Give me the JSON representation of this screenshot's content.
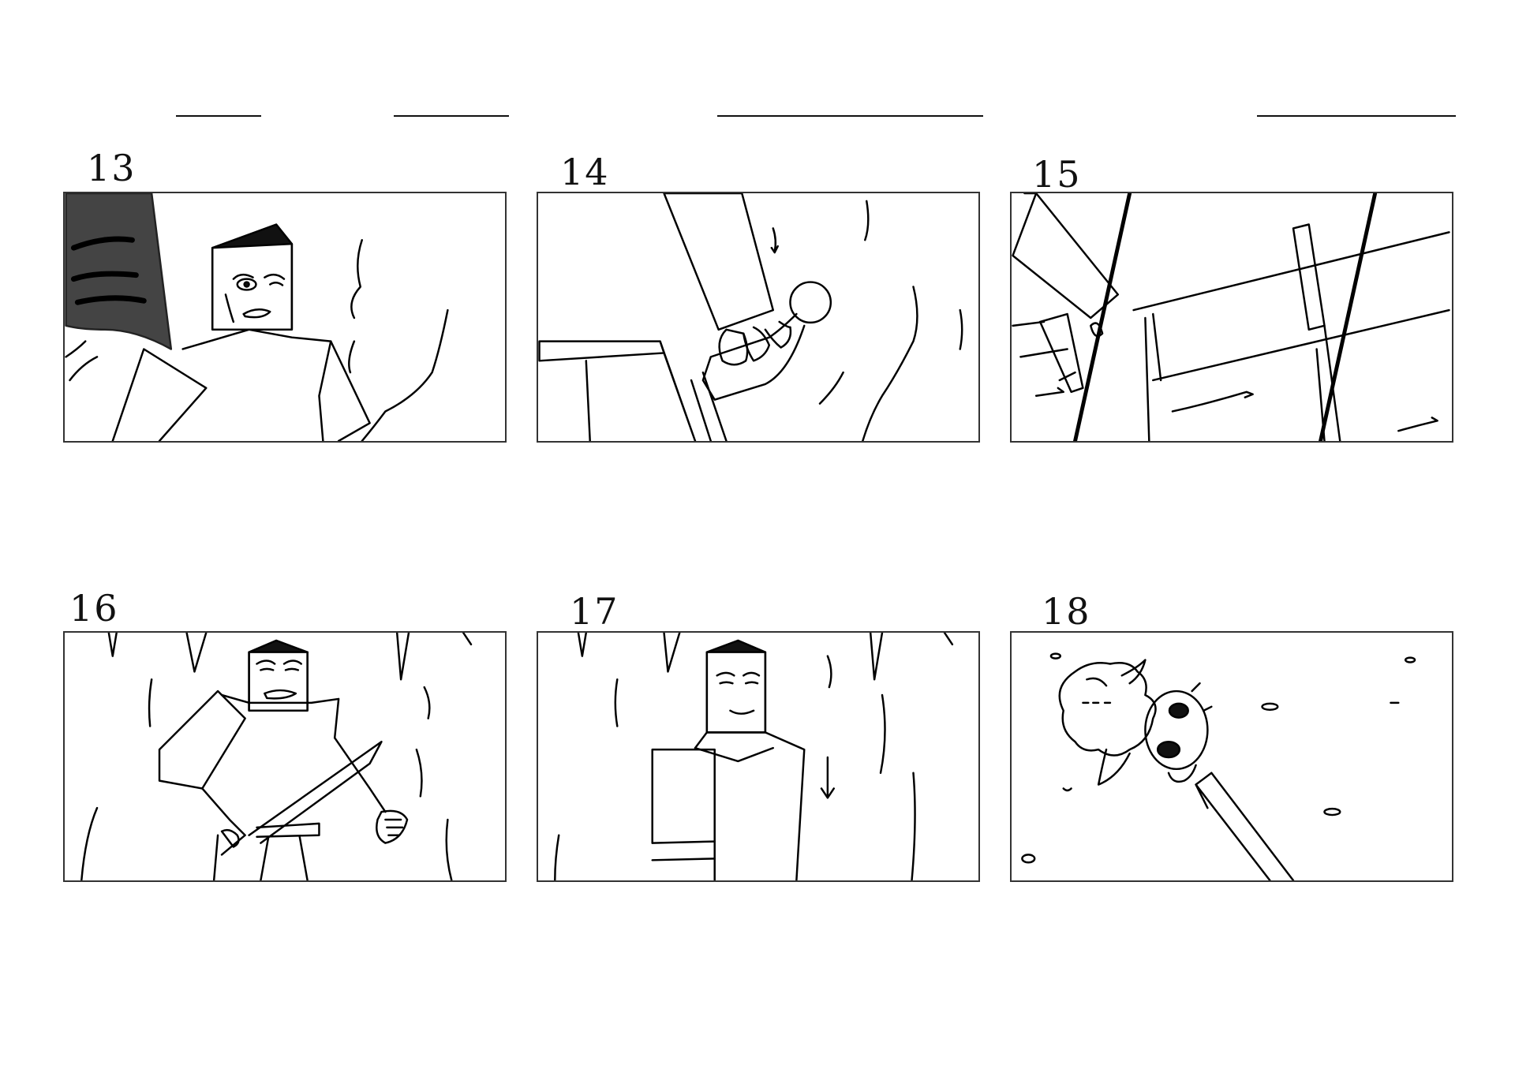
{
  "storyboard": {
    "panels": [
      {
        "number": "13"
      },
      {
        "number": "14"
      },
      {
        "number": "15"
      },
      {
        "number": "16"
      },
      {
        "number": "17"
      },
      {
        "number": "18"
      }
    ]
  }
}
